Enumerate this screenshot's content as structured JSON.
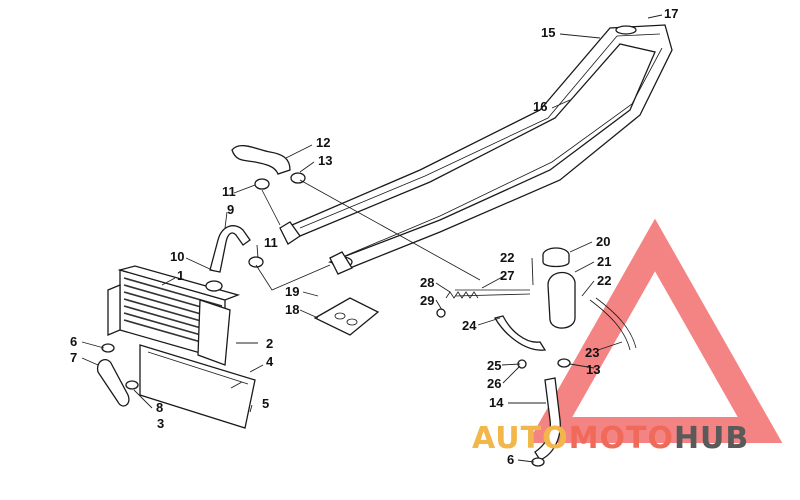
{
  "diagram": {
    "callouts": {
      "c1": "1",
      "c2": "2",
      "c3": "3",
      "c4": "4",
      "c5": "5",
      "c6a": "6",
      "c6b": "6",
      "c7": "7",
      "c8": "8",
      "c9": "9",
      "c10": "10",
      "c11a": "11",
      "c11b": "11",
      "c12": "12",
      "c13a": "13",
      "c13b": "13",
      "c14": "14",
      "c15": "15",
      "c16": "16",
      "c17": "17",
      "c18": "18",
      "c19": "19",
      "c20": "20",
      "c21": "21",
      "c22a": "22",
      "c22b": "22",
      "c23": "23",
      "c24": "24",
      "c25": "25",
      "c26": "26",
      "c27": "27",
      "c28": "28",
      "c29": "29"
    }
  },
  "watermark": {
    "part1": "AUTO",
    "part2": "MOTO",
    "part3": "HUB",
    "colors": {
      "auto": "#f2b64a",
      "moto": "#f06a5a",
      "hub": "#5a5a5a",
      "triangle": "#f05a5a"
    }
  }
}
